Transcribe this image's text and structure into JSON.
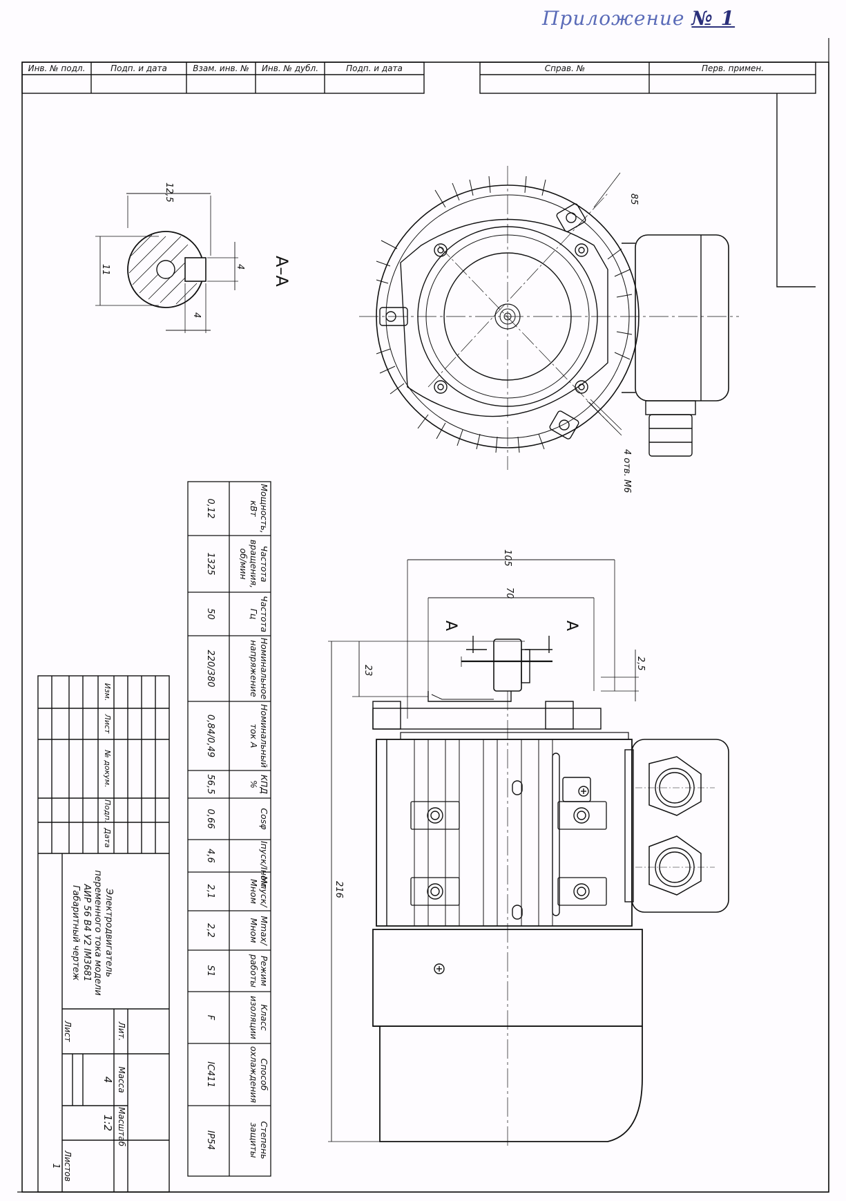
{
  "handwritten_note": {
    "text": "Приложение",
    "number": "№ 1"
  },
  "top_stamp": {
    "cells": [
      "Инв. № подл.",
      "Подп. и дата",
      "Взам. инв. №",
      "Инв. № дубл.",
      "Подп. и дата"
    ],
    "right_cells": [
      "Справ. №",
      "Перв. примен."
    ]
  },
  "section_view": {
    "label": "А–А",
    "dims": {
      "width": "12,5",
      "height": "11",
      "key_depth": "4",
      "key_width": "4"
    }
  },
  "front_view": {
    "dims": {
      "bolt_circle": "85",
      "holes": "4 отв. М6"
    }
  },
  "side_view": {
    "section_marks": [
      "А",
      "А"
    ],
    "dims": {
      "overall_length": "105",
      "mount_spacing": "70",
      "shaft_length": "23",
      "key_offset": "2,5",
      "height": "216"
    }
  },
  "spec_table": {
    "headers": [
      "Мощность, кВт",
      "Частота вращения, об/мин",
      "Частота Гц",
      "Номинальное напряжение",
      "Номинальный ток А",
      "КПД %",
      "Cosφ",
      "Iпуск/Iном",
      "Мпуск/Мном",
      "Мmax/Мном",
      "Режим работы",
      "Класс изоляции",
      "Способ охлаждения",
      "Степень защиты"
    ],
    "values": [
      "0,12",
      "1325",
      "50",
      "220/380",
      "0,84/0,49",
      "56,5",
      "0,66",
      "4,6",
      "2,1",
      "2,2",
      "S1",
      "F",
      "IC411",
      "IP54"
    ]
  },
  "title_block": {
    "change_headers": [
      "Изм.",
      "Лист",
      "№ докум.",
      "Подп.",
      "Дата"
    ],
    "title": "Электродвигатель переменного тока модели АИР 56 В4 У2 IM3681 Габаритный чертеж",
    "lit_label": "Лит.",
    "mass_label": "Масса",
    "scale_label": "Масштаб",
    "mass": "4",
    "scale": "1:2",
    "sheet_label": "Лист",
    "sheets_label": "Листов",
    "sheets": "1"
  }
}
